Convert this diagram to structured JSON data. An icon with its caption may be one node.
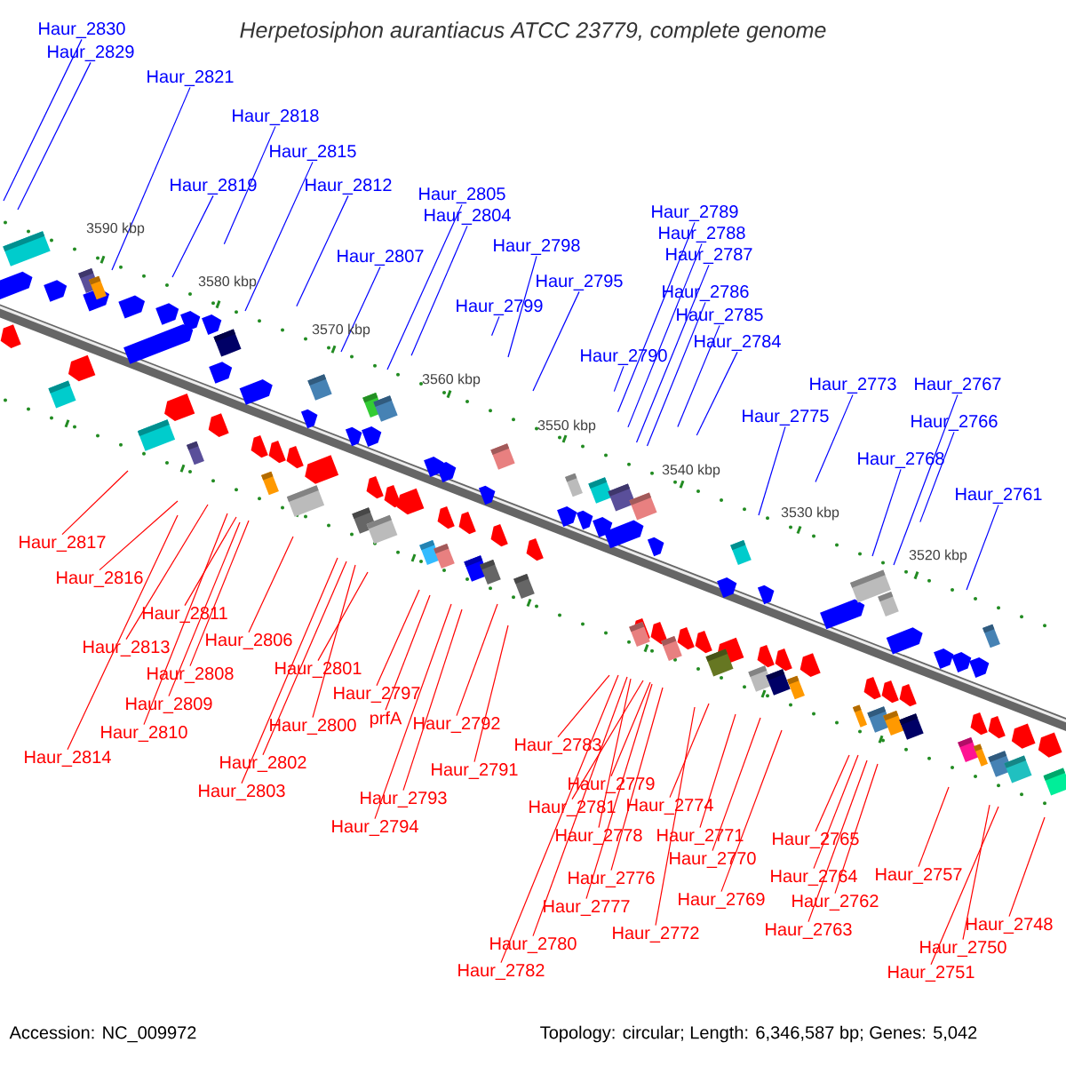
{
  "diagram": {
    "title": "Herpetosiphon aurantiacus ATCC 23779, complete genome",
    "nodes": [
      {
        "text": [
          "Haur_2830"
        ]
      },
      {
        "text": [
          "Haur_2829"
        ]
      },
      {
        "text": [
          "Haur_2821"
        ]
      },
      {
        "text": [
          "Haur_2818"
        ]
      },
      {
        "text": [
          "Haur_2815"
        ]
      },
      {
        "text": [
          "Haur_2819"
        ]
      },
      {
        "text": [
          "Haur_2812"
        ]
      },
      {
        "text": [
          "Haur_2805"
        ]
      },
      {
        "text": [
          "Haur_2804"
        ]
      },
      {
        "text": [
          "Haur_2807"
        ]
      },
      {
        "text": [
          "Haur_2789"
        ]
      },
      {
        "text": [
          "Haur_2788"
        ]
      },
      {
        "text": [
          "Haur_2798"
        ]
      },
      {
        "text": [
          "Haur_2787"
        ]
      },
      {
        "text": [
          "Haur_2795"
        ]
      },
      {
        "text": [
          "Haur_2786"
        ]
      },
      {
        "text": [
          "Haur_2785"
        ]
      },
      {
        "text": [
          "Haur_2799"
        ]
      },
      {
        "text": [
          "Haur_2784"
        ]
      },
      {
        "text": [
          "Haur_2790"
        ]
      },
      {
        "text": [
          "Haur_2773"
        ]
      },
      {
        "text": [
          "Haur_2767"
        ]
      },
      {
        "text": [
          "Haur_2775"
        ]
      },
      {
        "text": [
          "Haur_2766"
        ]
      },
      {
        "text": [
          "Haur_2768"
        ]
      },
      {
        "text": [
          "Haur_2761"
        ]
      },
      {
        "text": [
          "Haur_2817"
        ]
      },
      {
        "text": [
          "Haur_2816"
        ]
      },
      {
        "text": [
          "Haur_2811"
        ]
      },
      {
        "text": [
          "Haur_2806"
        ]
      },
      {
        "text": [
          "Haur_2813"
        ]
      },
      {
        "text": [
          "Haur_2801"
        ]
      },
      {
        "text": [
          "Haur_2808"
        ]
      },
      {
        "text": [
          "Haur_2797"
        ]
      },
      {
        "text": [
          "Haur_2809"
        ]
      },
      {
        "text": [
          "Haur_2800"
        ]
      },
      {
        "text": [
          "prfA"
        ]
      },
      {
        "text": [
          "Haur_2792"
        ]
      },
      {
        "text": [
          "Haur_2810"
        ]
      },
      {
        "text": [
          "Haur_2783"
        ]
      },
      {
        "text": [
          "Haur_2814"
        ]
      },
      {
        "text": [
          "Haur_2802"
        ]
      },
      {
        "text": [
          "Haur_2791"
        ]
      },
      {
        "text": [
          "Haur_2779"
        ]
      },
      {
        "text": [
          "Haur_2803"
        ]
      },
      {
        "text": [
          "Haur_2793"
        ]
      },
      {
        "text": [
          "Haur_2781"
        ]
      },
      {
        "text": [
          "Haur_2774"
        ]
      },
      {
        "text": [
          "Haur_2794"
        ]
      },
      {
        "text": [
          "Haur_2778"
        ]
      },
      {
        "text": [
          "Haur_2771"
        ]
      },
      {
        "text": [
          "Haur_2765"
        ]
      },
      {
        "text": [
          "Haur_2770"
        ]
      },
      {
        "text": [
          "Haur_2776"
        ]
      },
      {
        "text": [
          "Haur_2769"
        ]
      },
      {
        "text": [
          "Haur_2757"
        ]
      },
      {
        "text": [
          "Haur_2764"
        ]
      },
      {
        "text": [
          "Haur_2777"
        ]
      },
      {
        "text": [
          "Haur_2762"
        ]
      },
      {
        "text": [
          "Haur_2772"
        ]
      },
      {
        "text": [
          "Haur_2763"
        ]
      },
      {
        "text": [
          "Haur_2748"
        ]
      },
      {
        "text": [
          "Haur_2780"
        ]
      },
      {
        "text": [
          "Haur_2750"
        ]
      },
      {
        "text": [
          "Haur_2782"
        ]
      },
      {
        "text": [
          "Haur_2751"
        ]
      }
    ],
    "edges": [
      {
        "from": 0,
        "to": null,
        "arrow": "none",
        "color": "#0000ff"
      },
      {
        "from": 1,
        "to": null,
        "arrow": "none",
        "color": "#0000ff"
      },
      {
        "from": 2,
        "to": null,
        "arrow": "none",
        "color": "#0000ff"
      },
      {
        "from": 3,
        "to": null,
        "arrow": "none",
        "color": "#0000ff"
      },
      {
        "from": 4,
        "to": null,
        "arrow": "none",
        "color": "#0000ff"
      },
      {
        "from": 5,
        "to": null,
        "arrow": "none",
        "color": "#0000ff"
      },
      {
        "from": 6,
        "to": null,
        "arrow": "none",
        "color": "#0000ff"
      },
      {
        "from": 7,
        "to": null,
        "arrow": "none",
        "color": "#0000ff"
      },
      {
        "from": 8,
        "to": null,
        "arrow": "none",
        "color": "#0000ff"
      },
      {
        "from": 9,
        "to": null,
        "arrow": "none",
        "color": "#0000ff"
      },
      {
        "from": 10,
        "to": null,
        "arrow": "none",
        "color": "#0000ff"
      },
      {
        "from": 11,
        "to": null,
        "arrow": "none",
        "color": "#0000ff"
      },
      {
        "from": 12,
        "to": null,
        "arrow": "none",
        "color": "#0000ff"
      },
      {
        "from": 13,
        "to": null,
        "arrow": "none",
        "color": "#0000ff"
      },
      {
        "from": 14,
        "to": null,
        "arrow": "none",
        "color": "#0000ff"
      },
      {
        "from": 15,
        "to": null,
        "arrow": "none",
        "color": "#0000ff"
      },
      {
        "from": 16,
        "to": null,
        "arrow": "none",
        "color": "#0000ff"
      },
      {
        "from": 17,
        "to": null,
        "arrow": "none",
        "color": "#0000ff"
      },
      {
        "from": 18,
        "to": null,
        "arrow": "none",
        "color": "#0000ff"
      },
      {
        "from": 19,
        "to": null,
        "arrow": "none",
        "color": "#0000ff"
      },
      {
        "from": 20,
        "to": null,
        "arrow": "none",
        "color": "#0000ff"
      },
      {
        "from": 21,
        "to": null,
        "arrow": "none",
        "color": "#0000ff"
      },
      {
        "from": 22,
        "to": null,
        "arrow": "none",
        "color": "#0000ff"
      },
      {
        "from": 23,
        "to": null,
        "arrow": "none",
        "color": "#0000ff"
      },
      {
        "from": 24,
        "to": null,
        "arrow": "none",
        "color": "#0000ff"
      },
      {
        "from": 25,
        "to": null,
        "arrow": "none",
        "color": "#0000ff"
      },
      {
        "from": 26,
        "to": null,
        "arrow": "none"
      },
      {
        "from": 27,
        "to": null,
        "arrow": "none"
      },
      {
        "from": 28,
        "to": null,
        "arrow": "none"
      },
      {
        "from": 29,
        "to": null,
        "arrow": "none"
      },
      {
        "from": 30,
        "to": null,
        "arrow": "none"
      },
      {
        "from": 31,
        "to": null,
        "arrow": "none"
      },
      {
        "from": 32,
        "to": null,
        "arrow": "none"
      },
      {
        "from": 33,
        "to": null,
        "arrow": "none"
      },
      {
        "from": 34,
        "to": null,
        "arrow": "none"
      },
      {
        "from": 35,
        "to": null,
        "arrow": "none"
      },
      {
        "from": 36,
        "to": null,
        "arrow": "none"
      },
      {
        "from": 37,
        "to": null,
        "arrow": "none"
      },
      {
        "from": 38,
        "to": null,
        "arrow": "none"
      },
      {
        "from": 39,
        "to": null,
        "arrow": "none"
      },
      {
        "from": 40,
        "to": null,
        "arrow": "none"
      },
      {
        "from": 41,
        "to": null,
        "arrow": "none"
      },
      {
        "from": 42,
        "to": null,
        "arrow": "none"
      },
      {
        "from": 43,
        "to": null,
        "arrow": "none"
      },
      {
        "from": 44,
        "to": null,
        "arrow": "none"
      },
      {
        "from": 45,
        "to": null,
        "arrow": "none"
      },
      {
        "from": 46,
        "to": null,
        "arrow": "none"
      },
      {
        "from": 47,
        "to": null,
        "arrow": "none"
      },
      {
        "from": 48,
        "to": null,
        "arrow": "none"
      },
      {
        "from": 49,
        "to": null,
        "arrow": "none"
      },
      {
        "from": 50,
        "to": null,
        "arrow": "none"
      },
      {
        "from": 51,
        "to": null,
        "arrow": "none"
      },
      {
        "from": 52,
        "to": null,
        "arrow": "none"
      },
      {
        "from": 53,
        "to": null,
        "arrow": "none"
      },
      {
        "from": 54,
        "to": null,
        "arrow": "none"
      },
      {
        "from": 55,
        "to": null,
        "arrow": "none"
      },
      {
        "from": 56,
        "to": null,
        "arrow": "none"
      },
      {
        "from": 57,
        "to": null,
        "arrow": "none"
      },
      {
        "from": 58,
        "to": null,
        "arrow": "none"
      },
      {
        "from": 59,
        "to": null,
        "arrow": "none"
      },
      {
        "from": 60,
        "to": null,
        "arrow": "none"
      },
      {
        "from": 61,
        "to": null,
        "arrow": "none"
      },
      {
        "from": 62,
        "to": null,
        "arrow": "none"
      },
      {
        "from": 63,
        "to": null,
        "arrow": "none"
      },
      {
        "from": 64,
        "to": null,
        "arrow": "none"
      },
      {
        "from": 65,
        "to": null,
        "arrow": "none"
      }
    ],
    "labels": [
      "3590 kbp",
      "3580 kbp",
      "3570 kbp",
      "3560 kbp",
      "3550 kbp",
      "3540 kbp",
      "3530 kbp",
      "3520 kbp",
      "Accession: NC_009972",
      "Topology: circular; Length: 6,346,587 bp; Genes: 5,042"
    ]
  }
}
